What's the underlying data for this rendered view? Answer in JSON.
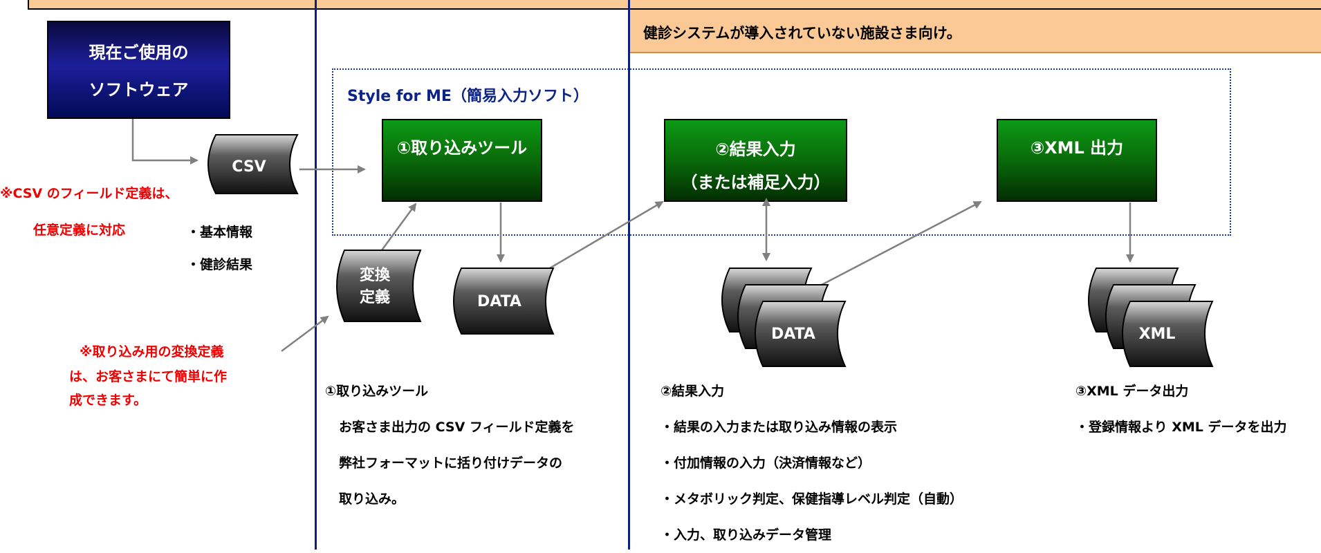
{
  "banner": "健診システムが導入されていない施設さま向け。",
  "software": {
    "line1": "現在ご使用の",
    "line2": "ソフトウェア"
  },
  "style_for_me": "Style for ME（簡易入力ソフト）",
  "boxes": {
    "import_tool": "①取り込みツール",
    "result_input_1": "②結果入力",
    "result_input_2": "（または補足入力）",
    "xml_output": "③XML 出力"
  },
  "cylinders": {
    "csv": "CSV",
    "conversion_1": "変換",
    "conversion_2": "定義",
    "data1": "DATA",
    "data2": "DATA",
    "xml": "XML"
  },
  "notes": {
    "csv_field_1": "※CSV のフィールド定義は、",
    "csv_field_2": "任意定義に対応",
    "basic_info": "・基本情報",
    "checkup_result": "・健診結果",
    "conv_note_1": "※取り込み用の変換定義",
    "conv_note_2": "は、お客さまにて簡単に作",
    "conv_note_3": "成できます。"
  },
  "descriptions": {
    "import": {
      "title": "①取り込みツール",
      "line1": "お客さま出力の CSV フィールド定義を",
      "line2": "弊社フォーマットに括り付けデータの",
      "line3": "取り込み。"
    },
    "result": {
      "title": "②結果入力",
      "item1": "・結果の入力または取り込み情報の表示",
      "item2": "・付加情報の入力（決済情報など）",
      "item3": "・メタボリック判定、保健指導レベル判定（自動）",
      "item4": "・入力、取り込みデータ管理"
    },
    "xml": {
      "title": "③XML データ出力",
      "item1": "・登録情報より XML データを出力"
    }
  },
  "colors": {
    "banner_bg": "#fbc995",
    "divider": "#0c1f7a",
    "green_box": "#0a6a0a",
    "navy_box": "#1d1f9a",
    "note_red": "#ee0000",
    "cylinder_dark": "#2a2a2a"
  }
}
